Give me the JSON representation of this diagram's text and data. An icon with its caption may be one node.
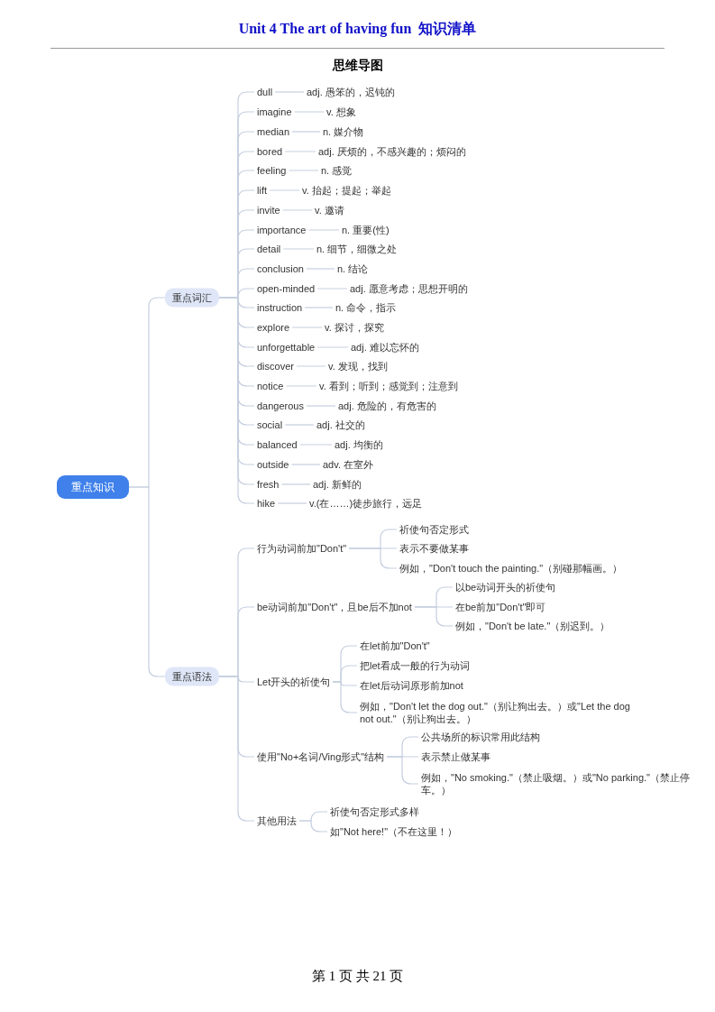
{
  "diagram": {
    "title": "Unit 4 The art of having fun  知识清单",
    "nodes": [
      {
        "text": [
          "重点知识"
        ]
      },
      {
        "text": [
          "重点词汇"
        ]
      },
      {
        "text": [
          "dull"
        ]
      },
      {
        "text": [
          "adj. 愚笨的，迟钝的"
        ]
      },
      {
        "text": [
          "imagine"
        ]
      },
      {
        "text": [
          "v. 想象"
        ]
      },
      {
        "text": [
          "median"
        ]
      },
      {
        "text": [
          "n. 媒介物"
        ]
      },
      {
        "text": [
          "bored"
        ]
      },
      {
        "text": [
          "adj. 厌烦的，不感兴趣的；烦闷的"
        ]
      },
      {
        "text": [
          "feeling"
        ]
      },
      {
        "text": [
          "n. 感觉"
        ]
      },
      {
        "text": [
          "lift"
        ]
      },
      {
        "text": [
          "v. 抬起；提起；举起"
        ]
      },
      {
        "text": [
          "invite"
        ]
      },
      {
        "text": [
          "v. 邀请"
        ]
      },
      {
        "text": [
          "importance"
        ]
      },
      {
        "text": [
          "n. 重要(性)"
        ]
      },
      {
        "text": [
          "detail"
        ]
      },
      {
        "text": [
          "n. 细节，细微之处"
        ]
      },
      {
        "text": [
          "conclusion"
        ]
      },
      {
        "text": [
          "n. 结论"
        ]
      },
      {
        "text": [
          "open-minded"
        ]
      },
      {
        "text": [
          "adj. 愿意考虑；思想开明的"
        ]
      },
      {
        "text": [
          "instruction"
        ]
      },
      {
        "text": [
          "n. 命令，指示"
        ]
      },
      {
        "text": [
          "explore"
        ]
      },
      {
        "text": [
          "v. 探讨，探究"
        ]
      },
      {
        "text": [
          "unforgettable"
        ]
      },
      {
        "text": [
          "adj. 难以忘怀的"
        ]
      },
      {
        "text": [
          "discover"
        ]
      },
      {
        "text": [
          "v. 发现，找到"
        ]
      },
      {
        "text": [
          "notice"
        ]
      },
      {
        "text": [
          "v. 看到；听到；感觉到；注意到"
        ]
      },
      {
        "text": [
          "dangerous"
        ]
      },
      {
        "text": [
          "adj. 危险的，有危害的"
        ]
      },
      {
        "text": [
          "social"
        ]
      },
      {
        "text": [
          "adj. 社交的"
        ]
      },
      {
        "text": [
          "balanced"
        ]
      },
      {
        "text": [
          "adj. 均衡的"
        ]
      },
      {
        "text": [
          "outside"
        ]
      },
      {
        "text": [
          "adv. 在室外"
        ]
      },
      {
        "text": [
          "fresh"
        ]
      },
      {
        "text": [
          "adj. 新鲜的"
        ]
      },
      {
        "text": [
          "hike"
        ]
      },
      {
        "text": [
          "v.(在……)徒步旅行，远足"
        ]
      },
      {
        "text": [
          "重点语法"
        ]
      },
      {
        "text": [
          "行为动词前加\"Don't\""
        ]
      },
      {
        "text": [
          "祈使句否定形式"
        ]
      },
      {
        "text": [
          "表示不要做某事"
        ]
      },
      {
        "text": [
          "例如，\"Don't touch the painting.\"（别碰那幅画。）"
        ]
      },
      {
        "text": [
          "be动词前加\"Don't\"，且be后不加not"
        ]
      },
      {
        "text": [
          "以be动词开头的祈使句"
        ]
      },
      {
        "text": [
          "在be前加\"Don't\"即可"
        ]
      },
      {
        "text": [
          "例如，\"Don't be late.\"（别迟到。）"
        ]
      },
      {
        "text": [
          "Let开头的祈使句"
        ]
      },
      {
        "text": [
          "在let前加\"Don't\""
        ]
      },
      {
        "text": [
          "把let看成一般的行为动词"
        ]
      },
      {
        "text": [
          "在let后动词原形前加not"
        ]
      },
      {
        "text": [
          "例如，\"Don't let the dog out.\"（别让狗出去。）或\"Let the dog not out.\"（别让狗出去。）"
        ]
      },
      {
        "text": [
          "使用\"No+名词/Ving形式\"结构"
        ]
      },
      {
        "text": [
          "公共场所的标识常用此结构"
        ]
      },
      {
        "text": [
          "表示禁止做某事"
        ]
      },
      {
        "text": [
          "例如，\"No smoking.\"（禁止吸烟。）或\"No parking.\"（禁止停车。）"
        ]
      },
      {
        "text": [
          "其他用法"
        ]
      },
      {
        "text": [
          "祈使句否定形式多样"
        ]
      },
      {
        "text": [
          "如\"Not here!\"（不在这里！）"
        ]
      }
    ],
    "edges": [
      {
        "from": 0,
        "to": 1,
        "arrow": "none"
      },
      {
        "from": 0,
        "to": 46,
        "arrow": "none"
      },
      {
        "from": 1,
        "to": 2,
        "arrow": "none"
      },
      {
        "from": 2,
        "to": 3,
        "arrow": "none"
      },
      {
        "from": 1,
        "to": 4,
        "arrow": "none"
      },
      {
        "from": 4,
        "to": 5,
        "arrow": "none"
      },
      {
        "from": 1,
        "to": 6,
        "arrow": "none"
      },
      {
        "from": 6,
        "to": 7,
        "arrow": "none"
      },
      {
        "from": 1,
        "to": 8,
        "arrow": "none"
      },
      {
        "from": 8,
        "to": 9,
        "arrow": "none"
      },
      {
        "from": 1,
        "to": 10,
        "arrow": "none"
      },
      {
        "from": 10,
        "to": 11,
        "arrow": "none"
      },
      {
        "from": 1,
        "to": 12,
        "arrow": "none"
      },
      {
        "from": 12,
        "to": 13,
        "arrow": "none"
      },
      {
        "from": 1,
        "to": 14,
        "arrow": "none"
      },
      {
        "from": 14,
        "to": 15,
        "arrow": "none"
      },
      {
        "from": 1,
        "to": 16,
        "arrow": "none"
      },
      {
        "from": 16,
        "to": 17,
        "arrow": "none"
      },
      {
        "from": 1,
        "to": 18,
        "arrow": "none"
      },
      {
        "from": 18,
        "to": 19,
        "arrow": "none"
      },
      {
        "from": 1,
        "to": 20,
        "arrow": "none"
      },
      {
        "from": 20,
        "to": 21,
        "arrow": "none"
      },
      {
        "from": 1,
        "to": 22,
        "arrow": "none"
      },
      {
        "from": 22,
        "to": 23,
        "arrow": "none"
      },
      {
        "from": 1,
        "to": 24,
        "arrow": "none"
      },
      {
        "from": 24,
        "to": 25,
        "arrow": "none"
      },
      {
        "from": 1,
        "to": 26,
        "arrow": "none"
      },
      {
        "from": 26,
        "to": 27,
        "arrow": "none"
      },
      {
        "from": 1,
        "to": 28,
        "arrow": "none"
      },
      {
        "from": 28,
        "to": 29,
        "arrow": "none"
      },
      {
        "from": 1,
        "to": 30,
        "arrow": "none"
      },
      {
        "from": 30,
        "to": 31,
        "arrow": "none"
      },
      {
        "from": 1,
        "to": 32,
        "arrow": "none"
      },
      {
        "from": 32,
        "to": 33,
        "arrow": "none"
      },
      {
        "from": 1,
        "to": 34,
        "arrow": "none"
      },
      {
        "from": 34,
        "to": 35,
        "arrow": "none"
      },
      {
        "from": 1,
        "to": 36,
        "arrow": "none"
      },
      {
        "from": 36,
        "to": 37,
        "arrow": "none"
      },
      {
        "from": 1,
        "to": 38,
        "arrow": "none"
      },
      {
        "from": 38,
        "to": 39,
        "arrow": "none"
      },
      {
        "from": 1,
        "to": 40,
        "arrow": "none"
      },
      {
        "from": 40,
        "to": 41,
        "arrow": "none"
      },
      {
        "from": 1,
        "to": 42,
        "arrow": "none"
      },
      {
        "from": 42,
        "to": 43,
        "arrow": "none"
      },
      {
        "from": 1,
        "to": 44,
        "arrow": "none"
      },
      {
        "from": 44,
        "to": 45,
        "arrow": "none"
      },
      {
        "from": 46,
        "to": 47,
        "arrow": "none"
      },
      {
        "from": 47,
        "to": 48,
        "arrow": "none"
      },
      {
        "from": 47,
        "to": 49,
        "arrow": "none"
      },
      {
        "from": 47,
        "to": 50,
        "arrow": "none"
      },
      {
        "from": 46,
        "to": 51,
        "arrow": "none"
      },
      {
        "from": 51,
        "to": 52,
        "arrow": "none"
      },
      {
        "from": 51,
        "to": 53,
        "arrow": "none"
      },
      {
        "from": 51,
        "to": 54,
        "arrow": "none"
      },
      {
        "from": 46,
        "to": 55,
        "arrow": "none"
      },
      {
        "from": 55,
        "to": 56,
        "arrow": "none"
      },
      {
        "from": 55,
        "to": 57,
        "arrow": "none"
      },
      {
        "from": 55,
        "to": 58,
        "arrow": "none"
      },
      {
        "from": 55,
        "to": 59,
        "arrow": "none"
      },
      {
        "from": 46,
        "to": 60,
        "arrow": "none"
      },
      {
        "from": 60,
        "to": 61,
        "arrow": "none"
      },
      {
        "from": 60,
        "to": 62,
        "arrow": "none"
      },
      {
        "from": 60,
        "to": 63,
        "arrow": "none"
      },
      {
        "from": 46,
        "to": 64,
        "arrow": "none"
      },
      {
        "from": 64,
        "to": 65,
        "arrow": "none"
      },
      {
        "from": 64,
        "to": 66,
        "arrow": "none"
      }
    ],
    "labels": [
      "思维导图",
      "第 1 页 共 21 页"
    ]
  }
}
